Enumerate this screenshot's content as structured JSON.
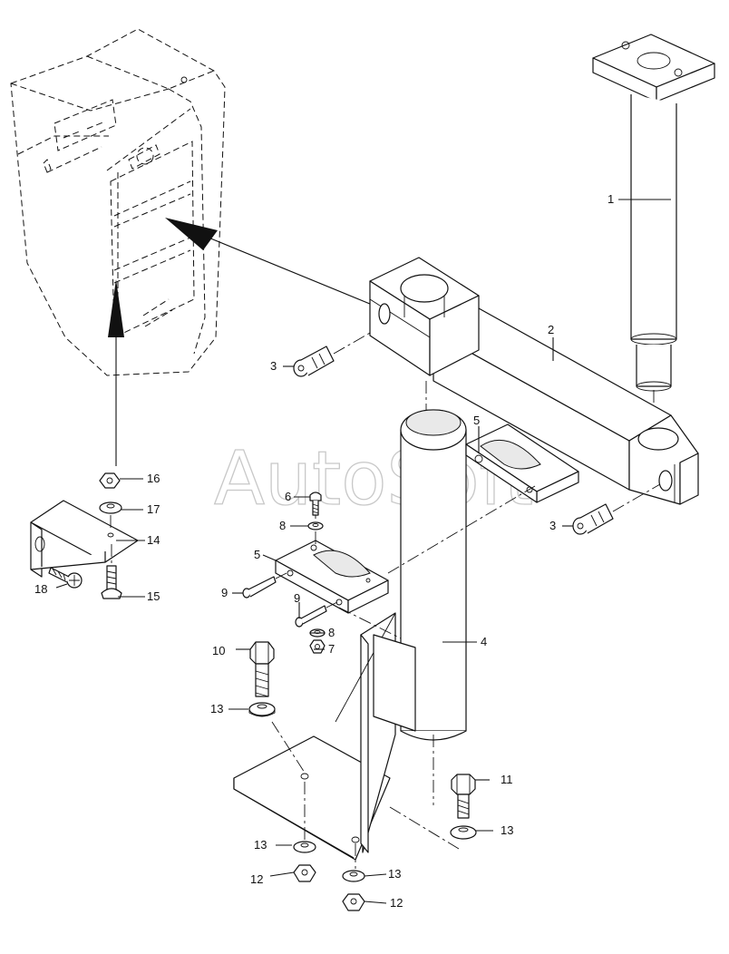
{
  "watermark": "AutoSoft",
  "callouts": [
    {
      "id": "c1",
      "text": "1"
    },
    {
      "id": "c2",
      "text": "2"
    },
    {
      "id": "c3a",
      "text": "3"
    },
    {
      "id": "c3b",
      "text": "3"
    },
    {
      "id": "c4",
      "text": "4"
    },
    {
      "id": "c5a",
      "text": "5"
    },
    {
      "id": "c5b",
      "text": "5"
    },
    {
      "id": "c6",
      "text": "6"
    },
    {
      "id": "c7",
      "text": "7"
    },
    {
      "id": "c8a",
      "text": "8"
    },
    {
      "id": "c8b",
      "text": "8"
    },
    {
      "id": "c9a",
      "text": "9"
    },
    {
      "id": "c9b",
      "text": "9"
    },
    {
      "id": "c10",
      "text": "10"
    },
    {
      "id": "c11",
      "text": "11"
    },
    {
      "id": "c12a",
      "text": "12"
    },
    {
      "id": "c12b",
      "text": "12"
    },
    {
      "id": "c13a",
      "text": "13"
    },
    {
      "id": "c13b",
      "text": "13"
    },
    {
      "id": "c13c",
      "text": "13"
    },
    {
      "id": "c13d",
      "text": "13"
    },
    {
      "id": "c14",
      "text": "14"
    },
    {
      "id": "c15",
      "text": "15"
    },
    {
      "id": "c16",
      "text": "16"
    },
    {
      "id": "c17",
      "text": "17"
    },
    {
      "id": "c18",
      "text": "18"
    }
  ]
}
